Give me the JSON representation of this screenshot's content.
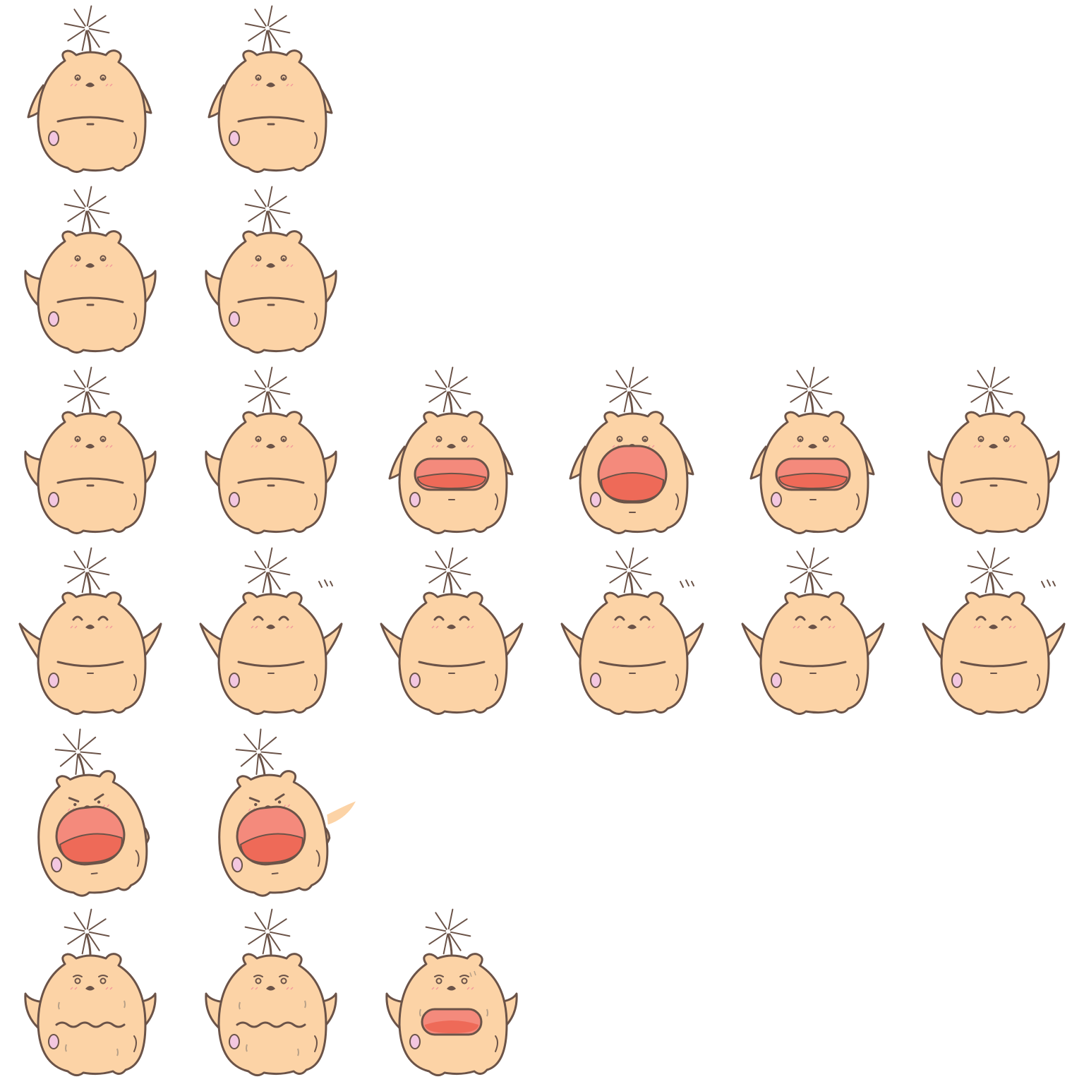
{
  "sheet": {
    "type": "sprite-sheet",
    "columns": 6,
    "rows": 6,
    "colors": {
      "background": "#ffffff",
      "body": "#fcd3a6",
      "outline": "#6b5348",
      "cheek_spot": "#f3c7e0",
      "blush": "#f39a9a",
      "mouth_outer": "#f48a7c",
      "mouth_inner": "#ee6a58",
      "sweat": "#b7a087"
    }
  },
  "frames": [
    {
      "row": 0,
      "col": 0,
      "pose": "stand",
      "expression": "neutral"
    },
    {
      "row": 0,
      "col": 1,
      "pose": "stand",
      "expression": "neutral"
    },
    {
      "row": 1,
      "col": 0,
      "pose": "arms-out",
      "expression": "neutral"
    },
    {
      "row": 1,
      "col": 1,
      "pose": "arms-out",
      "expression": "neutral"
    },
    {
      "row": 2,
      "col": 0,
      "pose": "arms-out",
      "expression": "neutral"
    },
    {
      "row": 2,
      "col": 1,
      "pose": "arms-out",
      "expression": "neutral"
    },
    {
      "row": 2,
      "col": 2,
      "pose": "stand",
      "expression": "shout"
    },
    {
      "row": 2,
      "col": 3,
      "pose": "stand",
      "expression": "shout-big"
    },
    {
      "row": 2,
      "col": 4,
      "pose": "stand",
      "expression": "shout"
    },
    {
      "row": 2,
      "col": 5,
      "pose": "arms-out",
      "expression": "neutral"
    },
    {
      "row": 3,
      "col": 0,
      "pose": "arms-up",
      "expression": "happy"
    },
    {
      "row": 3,
      "col": 1,
      "pose": "arms-up",
      "expression": "happy-marks"
    },
    {
      "row": 3,
      "col": 2,
      "pose": "arms-up",
      "expression": "happy"
    },
    {
      "row": 3,
      "col": 3,
      "pose": "arms-up",
      "expression": "happy-marks"
    },
    {
      "row": 3,
      "col": 4,
      "pose": "arms-up",
      "expression": "happy"
    },
    {
      "row": 3,
      "col": 5,
      "pose": "arms-up",
      "expression": "happy-marks"
    },
    {
      "row": 4,
      "col": 0,
      "pose": "lean",
      "expression": "angry-shout"
    },
    {
      "row": 4,
      "col": 1,
      "pose": "lean",
      "expression": "angry-shout-swipe"
    },
    {
      "row": 5,
      "col": 0,
      "pose": "arms-out",
      "expression": "worried-sweat"
    },
    {
      "row": 5,
      "col": 1,
      "pose": "arms-out",
      "expression": "worried-sweat"
    },
    {
      "row": 5,
      "col": 2,
      "pose": "arms-out",
      "expression": "scared-shout"
    }
  ]
}
